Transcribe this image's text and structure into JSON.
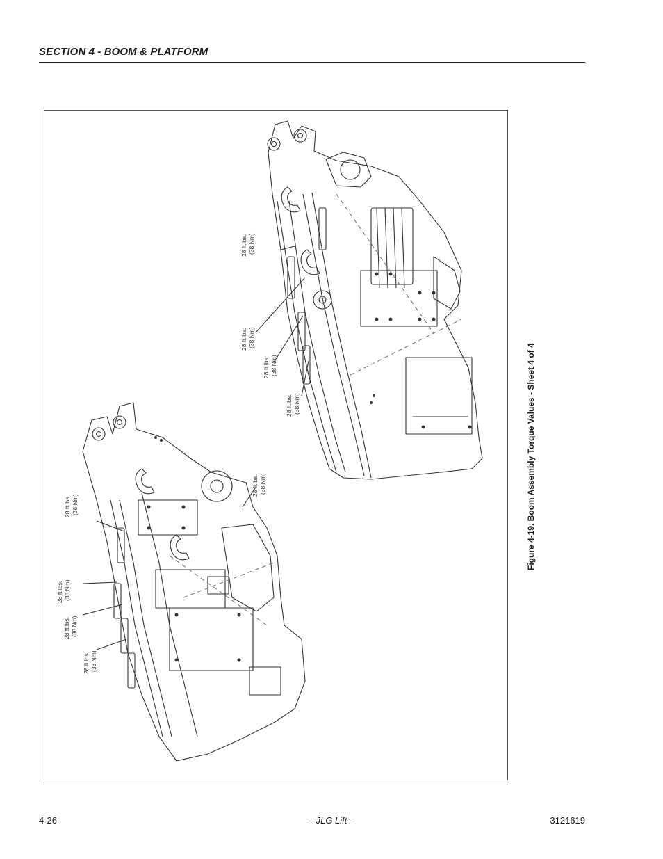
{
  "header": {
    "section_title": "SECTION 4 - BOOM & PLATFORM"
  },
  "figure": {
    "caption": "Figure 4-19. Boom Assembly Torque Values - Sheet 4 of 4",
    "torque_labels": {
      "upper_1": {
        "line1": "28 ft.lbs.",
        "line2": "(38 Nm)"
      },
      "upper_2": {
        "line1": "28 ft.lbs.",
        "line2": "(38 Nm)"
      },
      "upper_3": {
        "line1": "28 ft.lbs.",
        "line2": "(38 Nm)"
      },
      "upper_4": {
        "line1": "28 ft.lbs.",
        "line2": "(38 Nm)"
      },
      "lower_1": {
        "line1": "28 ft.lbs.",
        "line2": "(38 Nm)"
      },
      "lower_2": {
        "line1": "28 ft.lbs.",
        "line2": "(38 Nm)"
      },
      "lower_3": {
        "line1": "28 ft.lbs.",
        "line2": "(38 Nm)"
      },
      "lower_4": {
        "line1": "28 ft.lbs.",
        "line2": "(38 Nm)"
      },
      "lower_5": {
        "line1": "28 ft.lbs.",
        "line2": "(38 Nm)"
      }
    }
  },
  "footer": {
    "page_number": "4-26",
    "center_text": "– JLG Lift –",
    "doc_number": "3121619"
  }
}
